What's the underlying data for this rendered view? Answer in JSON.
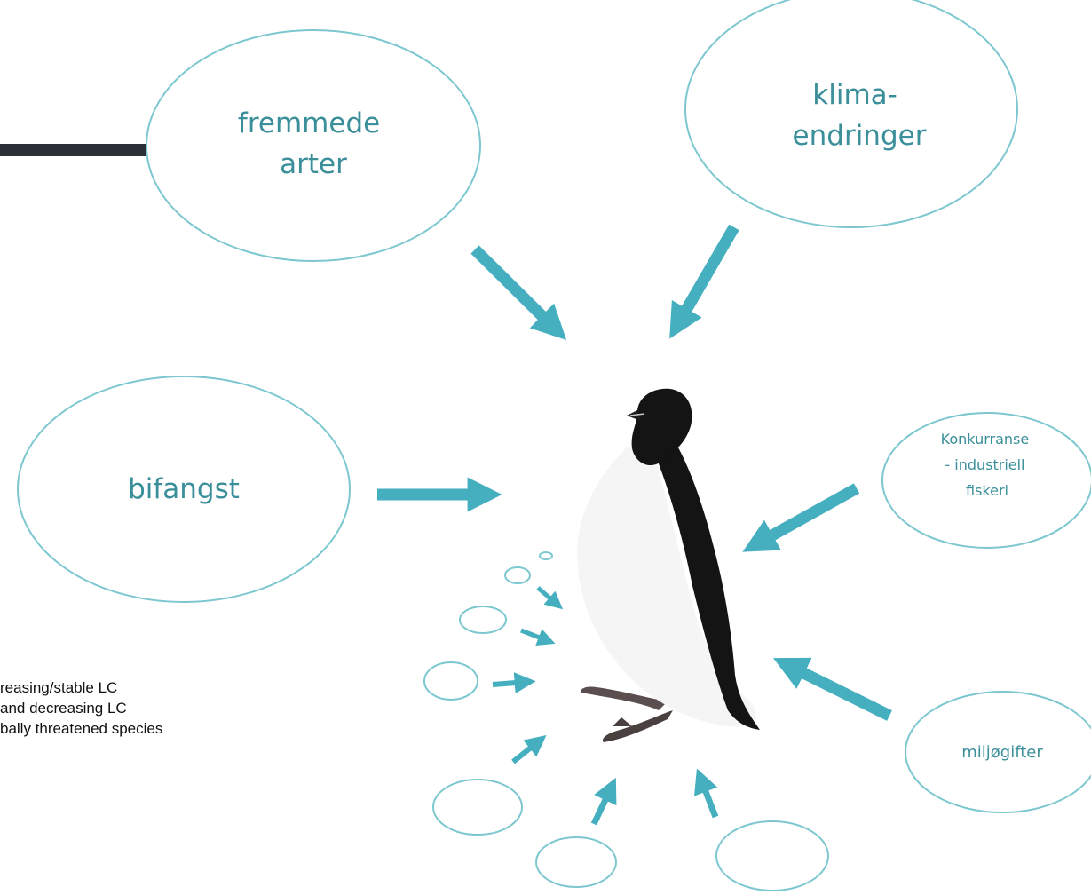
{
  "colors": {
    "accent": "#45aebf",
    "bubble_stroke": "#7cc7d0",
    "bubble_text": "#3a8f9a",
    "bar": "#2b2f36"
  },
  "bubbles": {
    "fremmede": [
      "fremmede",
      "arter"
    ],
    "klima": [
      "klima-",
      "endringer"
    ],
    "bifangst": [
      "bifangst"
    ],
    "konkurranse": [
      "Konkurranse",
      "- industriell",
      "fiskeri"
    ],
    "miljogifter": [
      "miljøgifter"
    ]
  },
  "legend": {
    "line1": "reasing/stable LC",
    "line2": "and decreasing LC",
    "line3": "bally threatened species"
  },
  "image": {
    "subject": "seabird (little auk / razorbill)",
    "icon": "bird-illustration"
  }
}
